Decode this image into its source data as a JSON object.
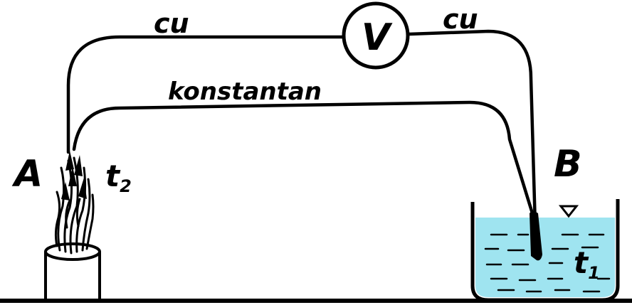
{
  "labels": {
    "wire_left": "cu",
    "wire_right": "cu",
    "wire_bottom": "konstantan",
    "voltmeter": "V",
    "junction_hot": "A",
    "junction_cold": "B",
    "temp_hot_main": "t",
    "temp_hot_sub": "2",
    "temp_cold_main": "t",
    "temp_cold_sub": "1"
  },
  "colors": {
    "water": "#9fe4f0",
    "line": "#000000",
    "background": "#ffffff"
  }
}
